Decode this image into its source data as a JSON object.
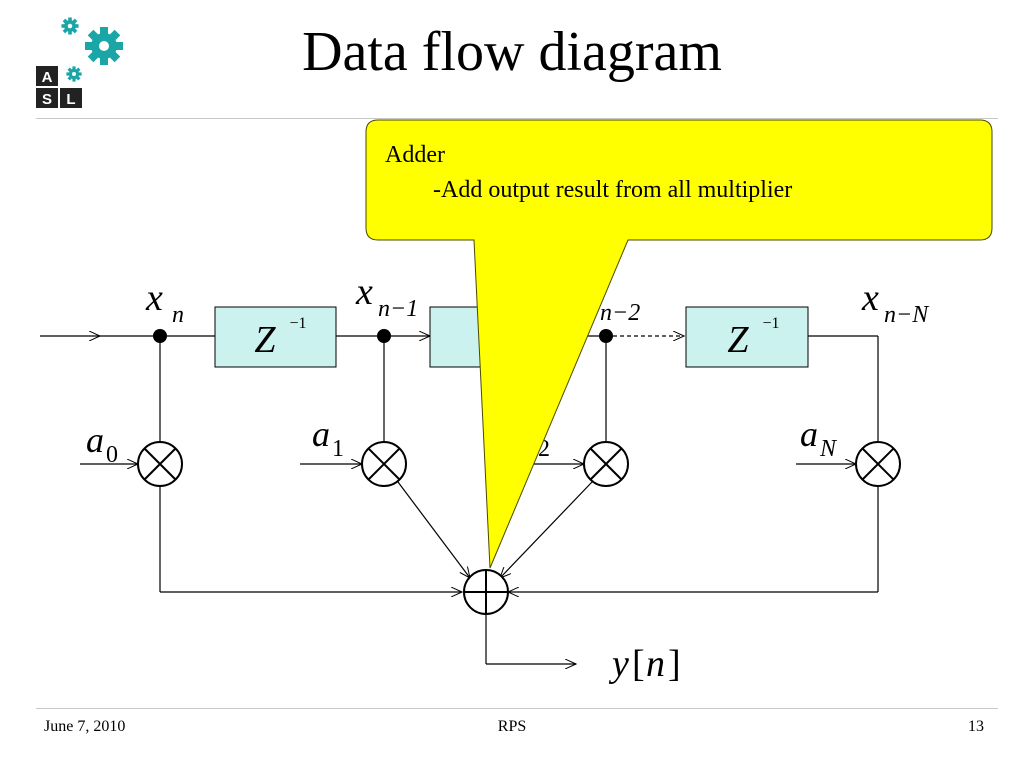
{
  "slide": {
    "title": "Data flow diagram",
    "footer_date": "June 7, 2010",
    "footer_center": "RPS",
    "page_number": "13"
  },
  "colors": {
    "callout_fill": "#ffff00",
    "delay_box_fill": "#ccf2ef",
    "logo_gear": "#1aa6a6"
  },
  "logo": {
    "letters": [
      "A",
      "S",
      "L"
    ]
  },
  "callout": {
    "title": "Adder",
    "description": "-Add output result from all multiplier"
  },
  "diagram": {
    "delay_label": {
      "base": "Z",
      "exponent": "−1"
    },
    "nodes": [
      {
        "base": "x",
        "sub": "n"
      },
      {
        "base": "x",
        "sub": "n−1"
      },
      {
        "base": "",
        "sub": "n−2"
      },
      {
        "base": "x",
        "sub": "n−N"
      }
    ],
    "coefficients": [
      {
        "base": "a",
        "sub": "0"
      },
      {
        "base": "a",
        "sub": "1"
      },
      {
        "base": "",
        "sub": "2"
      },
      {
        "base": "a",
        "sub": "N"
      }
    ],
    "output": {
      "y": "y",
      "open": "[",
      "n": "n",
      "close": "]"
    }
  }
}
